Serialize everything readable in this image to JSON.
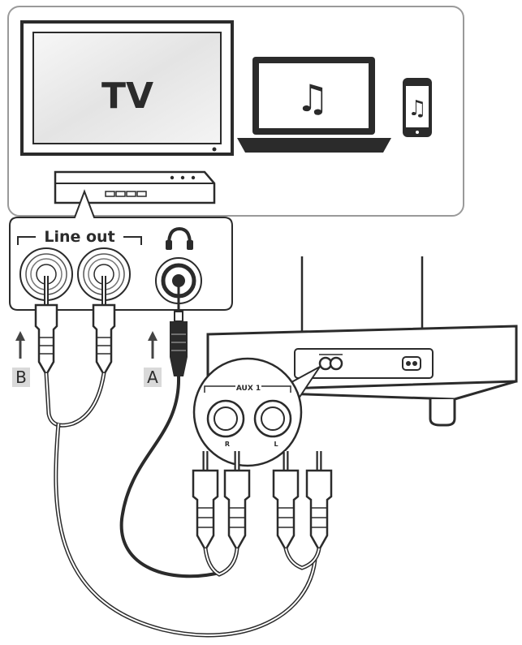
{
  "devices": {
    "tv_label": "TV",
    "note_glyph": "♫",
    "laptop_icon": "music-note-icon",
    "phone_icon": "music-note-icon"
  },
  "source_panel": {
    "line_out_label": "Line out",
    "headphone_icon": "headphones-icon"
  },
  "cables": {
    "label_b": "B",
    "label_a": "A"
  },
  "speaker": {
    "aux_label": "AUX 1",
    "aux_right": "R",
    "aux_left": "L"
  },
  "colors": {
    "line": "#2b2b2b",
    "panel_border": "#9a9a9a",
    "label_box": "#d9d9d9",
    "screen": "#efefef"
  }
}
